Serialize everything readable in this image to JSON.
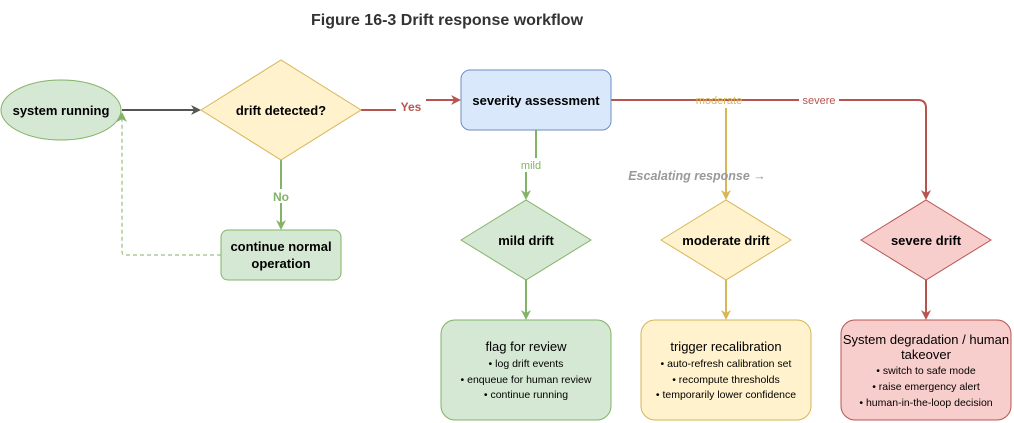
{
  "title": "Figure 16-3 Drift response workflow",
  "colors": {
    "green_fill": "#d5e8d4",
    "green_stroke": "#82b366",
    "yellow_fill": "#fff2cc",
    "yellow_stroke": "#d6b656",
    "red_fill": "#f8cecc",
    "red_stroke": "#b85450",
    "blue_fill": "#dae8fc",
    "blue_stroke": "#6c8ebf",
    "gray_edge": "#555555",
    "annotation": "#999999"
  },
  "nodes": {
    "system_running": "system running",
    "drift_detected": "drift detected?",
    "continue_normal": [
      "continue normal",
      "operation"
    ],
    "severity_assessment": "severity assessment",
    "mild_drift": "mild drift",
    "moderate_drift": "moderate drift",
    "severe_drift": "severe drift",
    "flag_for_review": {
      "title": "flag for review",
      "bullets": [
        "• log drift events",
        "• enqueue for human review",
        "• continue running"
      ]
    },
    "trigger_recalibration": {
      "title": "trigger recalibration",
      "bullets": [
        "• auto-refresh calibration set",
        "• recompute thresholds",
        "• temporarily lower confidence"
      ]
    },
    "system_degradation": {
      "title": [
        "System degradation / human",
        "takeover"
      ],
      "bullets": [
        "• switch to safe mode",
        "• raise emergency alert",
        "• human-in-the-loop decision"
      ]
    }
  },
  "edges": {
    "yes": "Yes",
    "no": "No",
    "mild": "mild",
    "moderate": "moderate",
    "severe": "severe"
  },
  "annotation": "Escalating response →"
}
